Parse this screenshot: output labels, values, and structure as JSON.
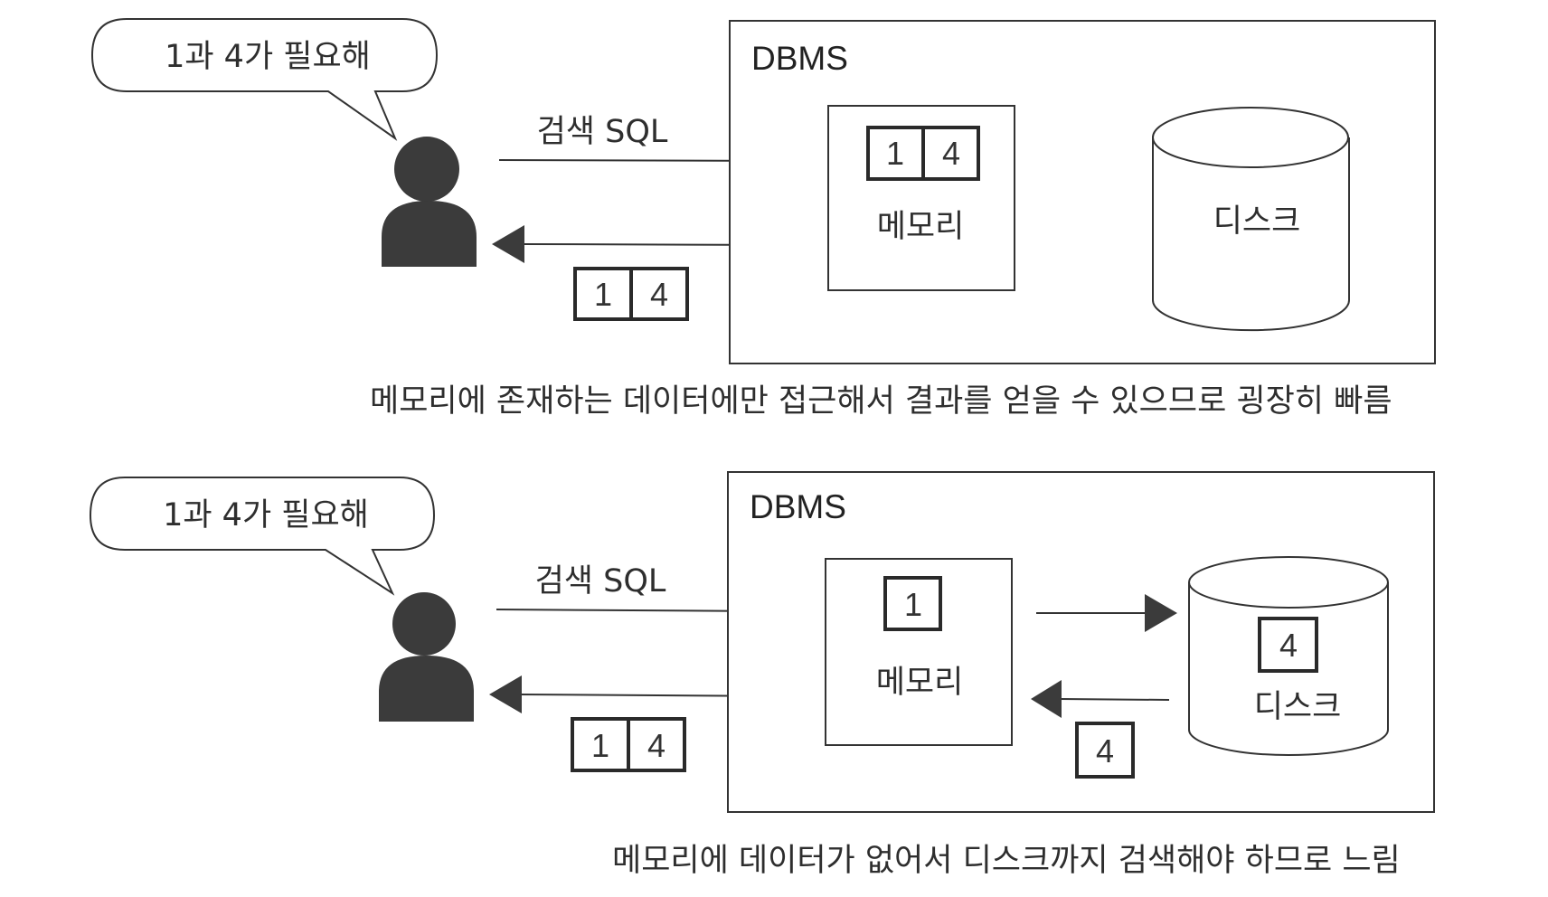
{
  "scenarios": [
    {
      "id": "memory-hit",
      "speech": "1과 4가 필요해",
      "query_label": "검색 SQL",
      "dbms_label": "DBMS",
      "memory_label": "메모리",
      "disk_label": "디스크",
      "memory_cells": [
        "1",
        "4"
      ],
      "disk_cells": [],
      "transfer_cells": [],
      "result_cells": [
        "1",
        "4"
      ],
      "caption": "메모리에 존재하는 데이터에만 접근해서 결과를 얻을 수 있으므로 굉장히 빠름"
    },
    {
      "id": "memory-miss",
      "speech": "1과 4가 필요해",
      "query_label": "검색 SQL",
      "dbms_label": "DBMS",
      "memory_label": "메모리",
      "disk_label": "디스크",
      "memory_cells": [
        "1"
      ],
      "disk_cells": [
        "4"
      ],
      "transfer_cells": [
        "4"
      ],
      "result_cells": [
        "1",
        "4"
      ],
      "caption": "메모리에 데이터가 없어서 디스크까지 검색해야 하므로 느림"
    }
  ],
  "icons": {
    "user": "user-icon",
    "arrow": "arrow-icon",
    "cylinder": "database-cylinder-icon"
  }
}
